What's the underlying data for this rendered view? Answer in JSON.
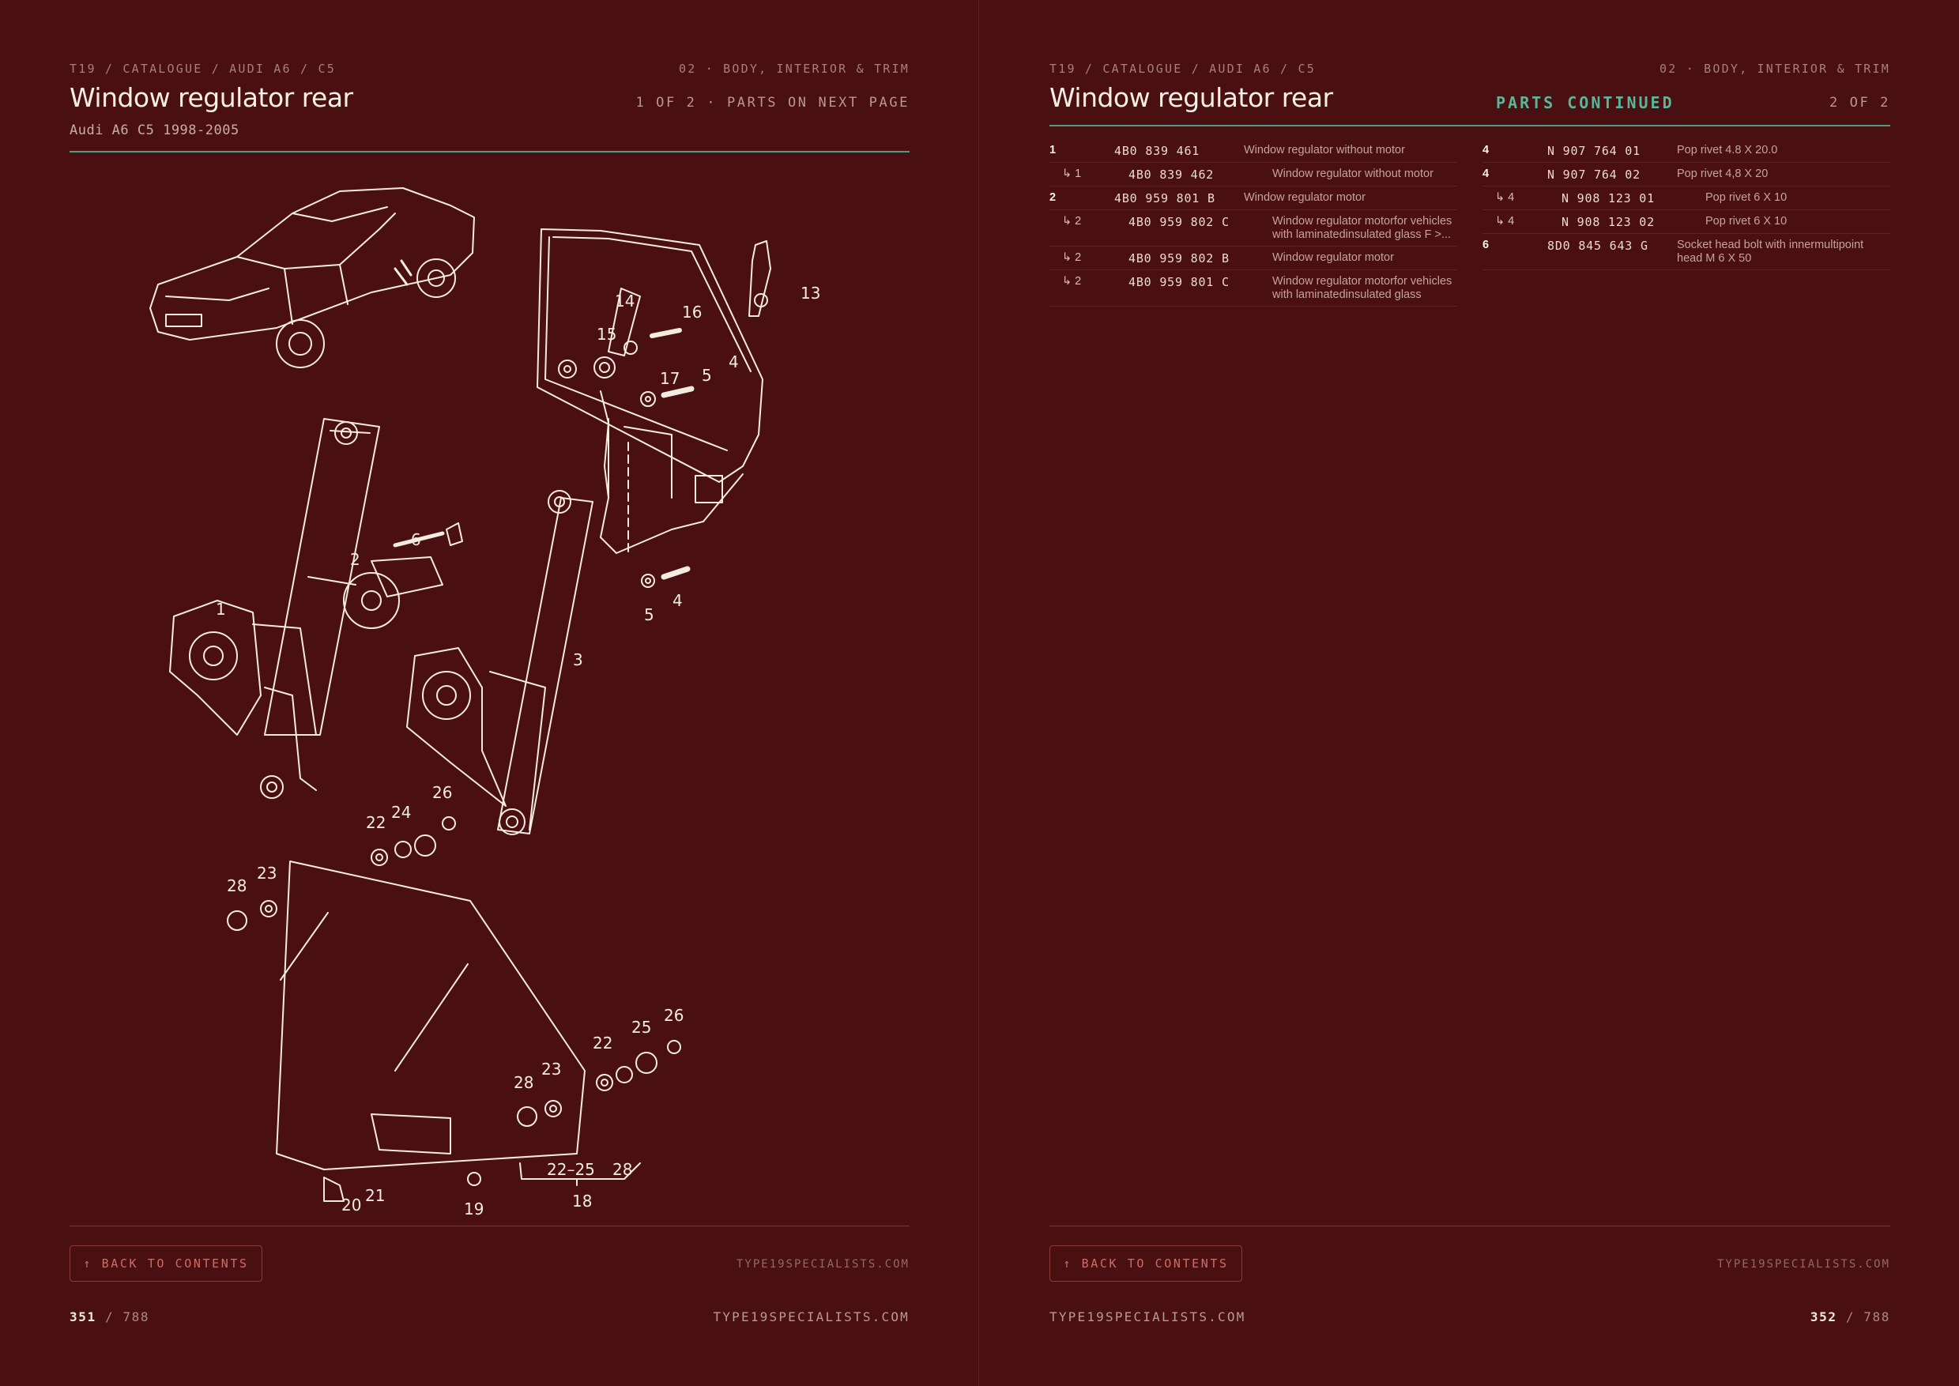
{
  "left": {
    "breadcrumb": "T19 / CATALOGUE / AUDI A6 / C5",
    "section": "02 · BODY, INTERIOR & TRIM",
    "title": "Window regulator rear",
    "subtitle": "Audi A6 C5 1998-2005",
    "page_info": "1 OF 2 · PARTS ON NEXT PAGE",
    "callouts": [
      "1",
      "2",
      "3",
      "4",
      "4",
      "5",
      "5",
      "6",
      "13",
      "14",
      "15",
      "16",
      "17",
      "18",
      "19",
      "20",
      "21",
      "22",
      "22",
      "23",
      "23",
      "24",
      "25",
      "26",
      "26",
      "28",
      "28",
      "22–25",
      "28"
    ],
    "back_label": "↑ BACK TO CONTENTS",
    "site_small": "TYPE19SPECIALISTS.COM",
    "page_current": "351",
    "page_total": "/ 788",
    "site_footer": "TYPE19SPECIALISTS.COM"
  },
  "right": {
    "breadcrumb": "T19 / CATALOGUE / AUDI A6 / C5",
    "section": "02 · BODY, INTERIOR & TRIM",
    "title": "Window regulator rear",
    "continued": "PARTS CONTINUED",
    "page_info": "2 OF 2",
    "parts_col1": [
      {
        "num": "1",
        "pn": "4B0 839 461",
        "desc": "Window regulator without motor",
        "sub": false
      },
      {
        "num": "↳ 1",
        "pn": "4B0 839 462",
        "desc": "Window regulator without motor",
        "sub": true
      },
      {
        "num": "2",
        "pn": "4B0 959 801 B",
        "desc": "Window regulator motor",
        "sub": false
      },
      {
        "num": "↳ 2",
        "pn": "4B0 959 802 C",
        "desc": "Window regulator motorfor vehicles with laminatedinsulated glass F >...",
        "sub": true
      },
      {
        "num": "↳ 2",
        "pn": "4B0 959 802 B",
        "desc": "Window regulator motor",
        "sub": true
      },
      {
        "num": "↳ 2",
        "pn": "4B0 959 801 C",
        "desc": "Window regulator motorfor vehicles with laminatedinsulated glass",
        "sub": true
      }
    ],
    "parts_col2": [
      {
        "num": "4",
        "pn": "N 907 764 01",
        "desc": "Pop rivet 4.8 X 20.0",
        "sub": false
      },
      {
        "num": "4",
        "pn": "N 907 764 02",
        "desc": "Pop rivet 4,8 X 20",
        "sub": false
      },
      {
        "num": "↳ 4",
        "pn": "N 908 123 01",
        "desc": "Pop rivet 6 X 10",
        "sub": true
      },
      {
        "num": "↳ 4",
        "pn": "N 908 123 02",
        "desc": "Pop rivet 6 X 10",
        "sub": true
      },
      {
        "num": "6",
        "pn": "8D0 845 643 G",
        "desc": "Socket head bolt with innermultipoint head M 6 X 50",
        "sub": false
      }
    ],
    "back_label": "↑ BACK TO CONTENTS",
    "site_small": "TYPE19SPECIALISTS.COM",
    "page_current": "352",
    "page_total": "/ 788",
    "site_footer": "TYPE19SPECIALISTS.COM"
  },
  "colors": {
    "background": "#4a0f10",
    "accent_teal": "#58b79a",
    "button_red": "#cf6c66",
    "line_art": "#f4ece2"
  }
}
